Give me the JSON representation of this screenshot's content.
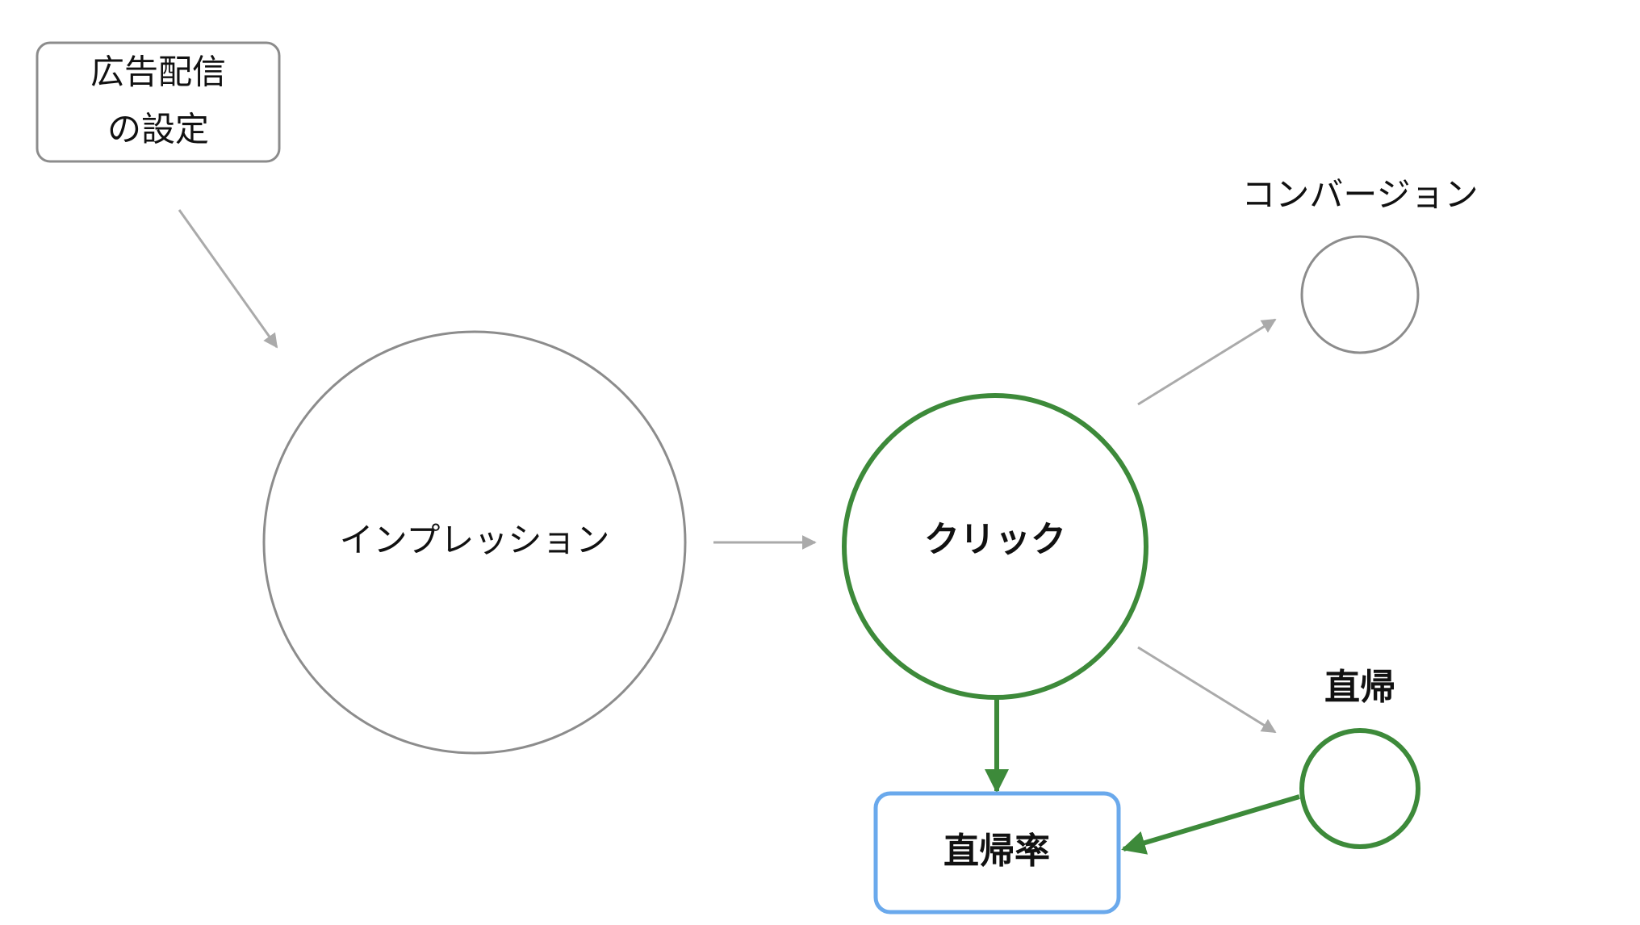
{
  "nodes": {
    "ad_settings": {
      "line1": "広告配信",
      "line2": "の設定"
    },
    "impression": {
      "label": "インプレッション"
    },
    "click": {
      "label": "クリック"
    },
    "conversion": {
      "label": "コンバージョン"
    },
    "bounce": {
      "label": "直帰"
    },
    "bounce_rate": {
      "label": "直帰率"
    }
  },
  "colors": {
    "gray_stroke": "#8c8c8c",
    "gray_arrow": "#aaaaaa",
    "green": "#3d8a3a",
    "blue": "#6aa9ec",
    "text": "#111111"
  }
}
